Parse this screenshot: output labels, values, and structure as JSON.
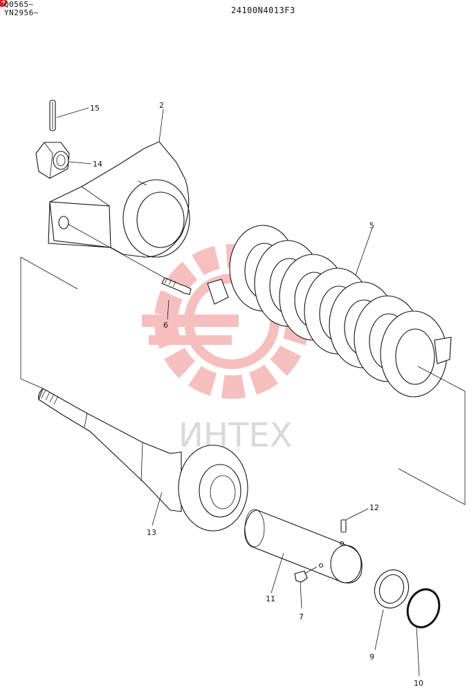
{
  "header": {
    "serial_ranges": [
      "Q0565~",
      "YN2956~"
    ],
    "drawing_number": "24100N4013F3"
  },
  "watermark": {
    "text": "ИНТЕХ",
    "color": "#f4b8b8"
  },
  "callouts": [
    {
      "id": "callout-15",
      "label": "15"
    },
    {
      "id": "callout-14",
      "label": "14"
    },
    {
      "id": "callout-2",
      "label": "2"
    },
    {
      "id": "callout-5",
      "label": "5"
    },
    {
      "id": "callout-6",
      "label": "6"
    },
    {
      "id": "callout-13",
      "label": "13"
    },
    {
      "id": "callout-12",
      "label": "12"
    },
    {
      "id": "callout-11",
      "label": "11"
    },
    {
      "id": "callout-7",
      "label": "7"
    },
    {
      "id": "callout-9",
      "label": "9"
    },
    {
      "id": "callout-10",
      "label": "10"
    }
  ]
}
